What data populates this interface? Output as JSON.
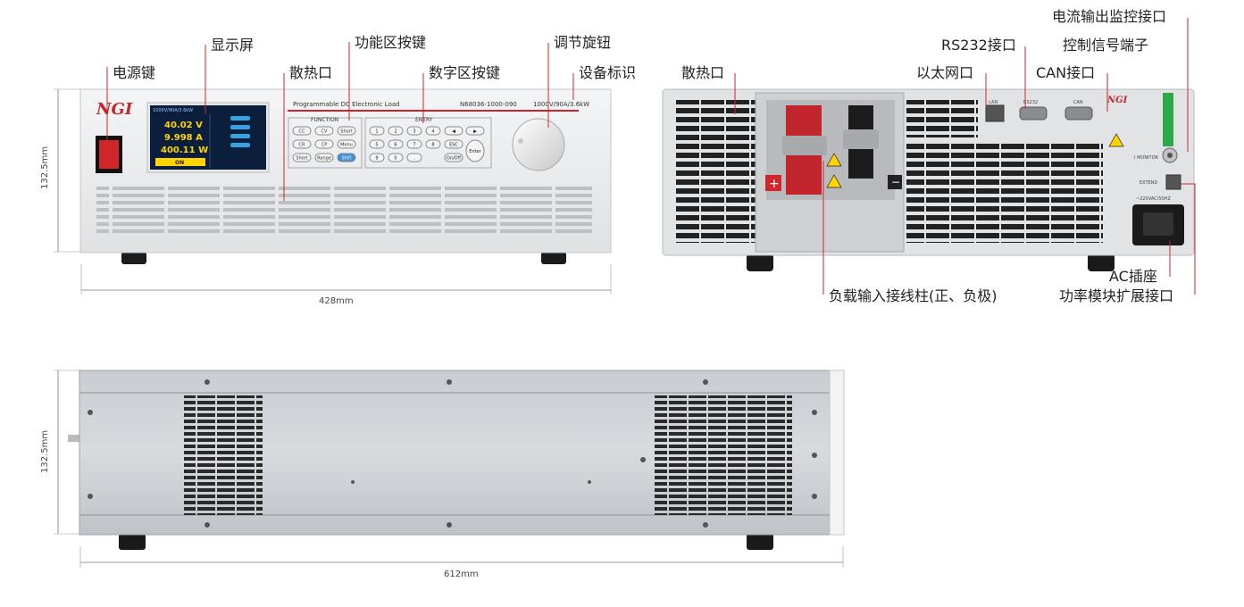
{
  "front": {
    "labels": {
      "power_key": "电源键",
      "display": "显示屏",
      "function_keys": "功能区按键",
      "heat_vent": "散热口",
      "numeric_keys": "数字区按键",
      "knob": "调节旋钮",
      "device_id": "设备标识"
    },
    "height_dim": "132.5mm",
    "width_dim": "428mm",
    "panel": {
      "logo": "NGI",
      "title": "Programmable DC Electronic Load",
      "model": "N68036-1000-090",
      "rating": "1000V/90A/3.6kW",
      "function_group": "FUNCTION",
      "entry_group": "ENTRY",
      "screen_header": "1000V/90A/3.6kW",
      "screen_values": [
        "40.02 V",
        "9.998 A",
        "400.11 W"
      ],
      "screen_on": "ON",
      "func_buttons": [
        "CC",
        "CV",
        "Short",
        "CR",
        "CP",
        "Menu",
        "Short",
        "Range",
        "Shift"
      ],
      "num_buttons": [
        "1",
        "2",
        "3",
        "4",
        "5",
        "6",
        "7",
        "8",
        "9",
        "0",
        "."
      ],
      "nav_buttons": [
        "◀",
        "▶",
        "ESC",
        "On/Off",
        "Enter"
      ]
    }
  },
  "rear": {
    "labels": {
      "heat_vent": "散热口",
      "ethernet": "以太网口",
      "rs232": "RS232接口",
      "can": "CAN接口",
      "current_monitor": "电流输出监控接口",
      "control_terminal": "控制信号端子",
      "load_terminals": "负载输入接线柱(正、负极)",
      "ac_socket": "AC插座",
      "power_module_ext": "功率模块扩展接口"
    },
    "port_texts": [
      "LAN",
      "RS232",
      "CAN",
      "I MONITOR",
      "EXTEND",
      "~220VAC/50HZ"
    ]
  },
  "side": {
    "height_dim": "132.5mm",
    "width_dim": "612mm"
  }
}
